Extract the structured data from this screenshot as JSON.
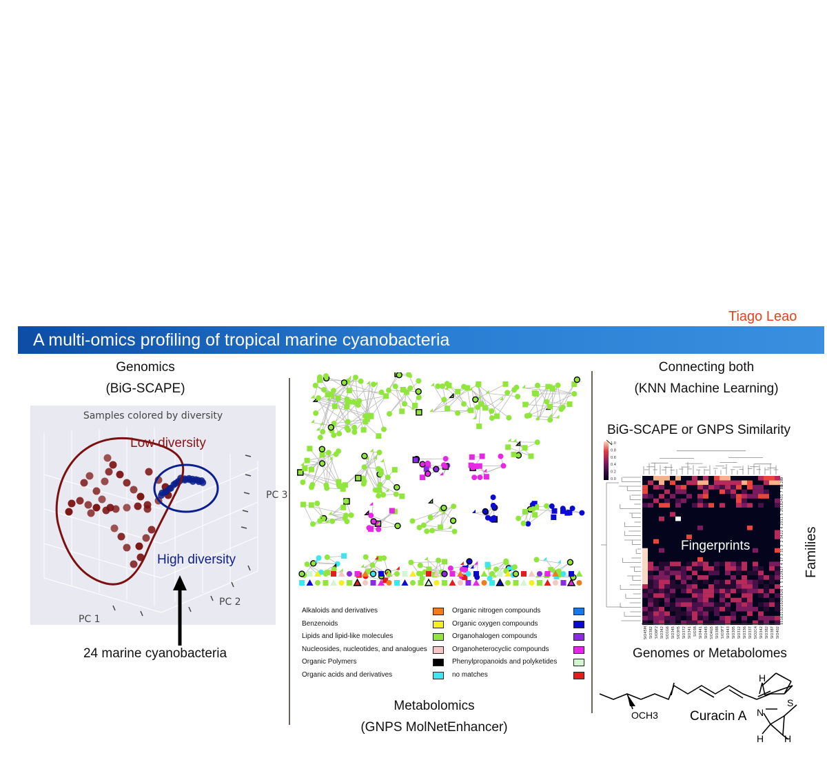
{
  "author": "Tiago Leao",
  "banner_title": "A multi-omics profiling of tropical marine cyanobacteria",
  "genomics": {
    "title": "Genomics",
    "subtitle": "(BiG-SCAPE)",
    "plot_title": "Samples colored by diversity",
    "axis_labels": {
      "pc1": "PC 1",
      "pc2": "PC 2",
      "pc3": "PC 3"
    },
    "low_label": "Low diversity",
    "high_label": "High diversity",
    "arrow_caption": "24 marine cyanobacteria",
    "colors": {
      "low": "#7a1010",
      "high": "#0a1e8c",
      "low_text": "#8b1414",
      "high_text": "#10208c"
    }
  },
  "metabolomics": {
    "title": "Metabolomics",
    "subtitle": "(GNPS MolNetEnhancer)",
    "legend": [
      {
        "label": "Alkaloids and derivatives",
        "color": "#f07d1c"
      },
      {
        "label": "Benzenoids",
        "color": "#f5f01a"
      },
      {
        "label": "Lipids and lipid-like molecules",
        "color": "#90e63c"
      },
      {
        "label": "Nucleosides, nucleotides, and analogues",
        "color": "#f5c6c6"
      },
      {
        "label": "Organic Polymers",
        "color": "#000000"
      },
      {
        "label": "Organic acids and derivatives",
        "color": "#3ee6f0"
      },
      {
        "label": "Organic nitrogen compounds",
        "color": "#1c78e6"
      },
      {
        "label": "Organic oxygen compounds",
        "color": "#0a0ad2"
      },
      {
        "label": "Organohalogen compounds",
        "color": "#8c28e6"
      },
      {
        "label": "Organoheterocyclic compounds",
        "color": "#e628e6"
      },
      {
        "label": "Phenylpropanoids and polyketides",
        "color": "#d2f5d2"
      },
      {
        "label": "no matches",
        "color": "#e61c1c"
      }
    ]
  },
  "connecting": {
    "title": "Connecting both",
    "subtitle": "(KNN Machine Learning)",
    "similarity_label": "BiG-SCAPE or GNPS Similarity",
    "colorbar_ticks": [
      "1.0",
      "0.8",
      "0.6",
      "0.4",
      "0.2",
      "0.0"
    ],
    "heatmap_label": "Fingerprints",
    "families_label": "Families",
    "xaxis_label": "Genomes or Metabolomes",
    "genome_labels": [
      "SIO45M",
      "SIO382",
      "SIO6F2",
      "SIO342",
      "SIO1G6",
      "SIO345",
      "SIO3H5",
      "SIO372",
      "SIO341",
      "SIO38",
      "SIO441",
      "SIO445",
      "SIO4G5",
      "SIO388",
      "SIO3F7",
      "SIO443",
      "SIO305",
      "SIO312",
      "SIO336",
      "SIO337",
      "SIO2C4",
      "SIO342",
      "SIO382",
      "SIO387",
      "SIO402"
    ],
    "family_labels": [
      "9",
      "8.28",
      "30",
      "7",
      "31",
      "24",
      "18",
      "25",
      "5",
      "11",
      "23",
      "4",
      "22",
      "34",
      "2",
      "3",
      "31",
      "3",
      "17",
      "4",
      "27",
      "29",
      "12",
      "5",
      "1",
      "26",
      "29",
      "20",
      "10",
      "32",
      "21",
      "16",
      "15"
    ],
    "molecule_name": "Curacin A",
    "molecule_group": "OCH3",
    "molecule_atoms": [
      "H",
      "S",
      "N",
      "H",
      "H"
    ]
  }
}
